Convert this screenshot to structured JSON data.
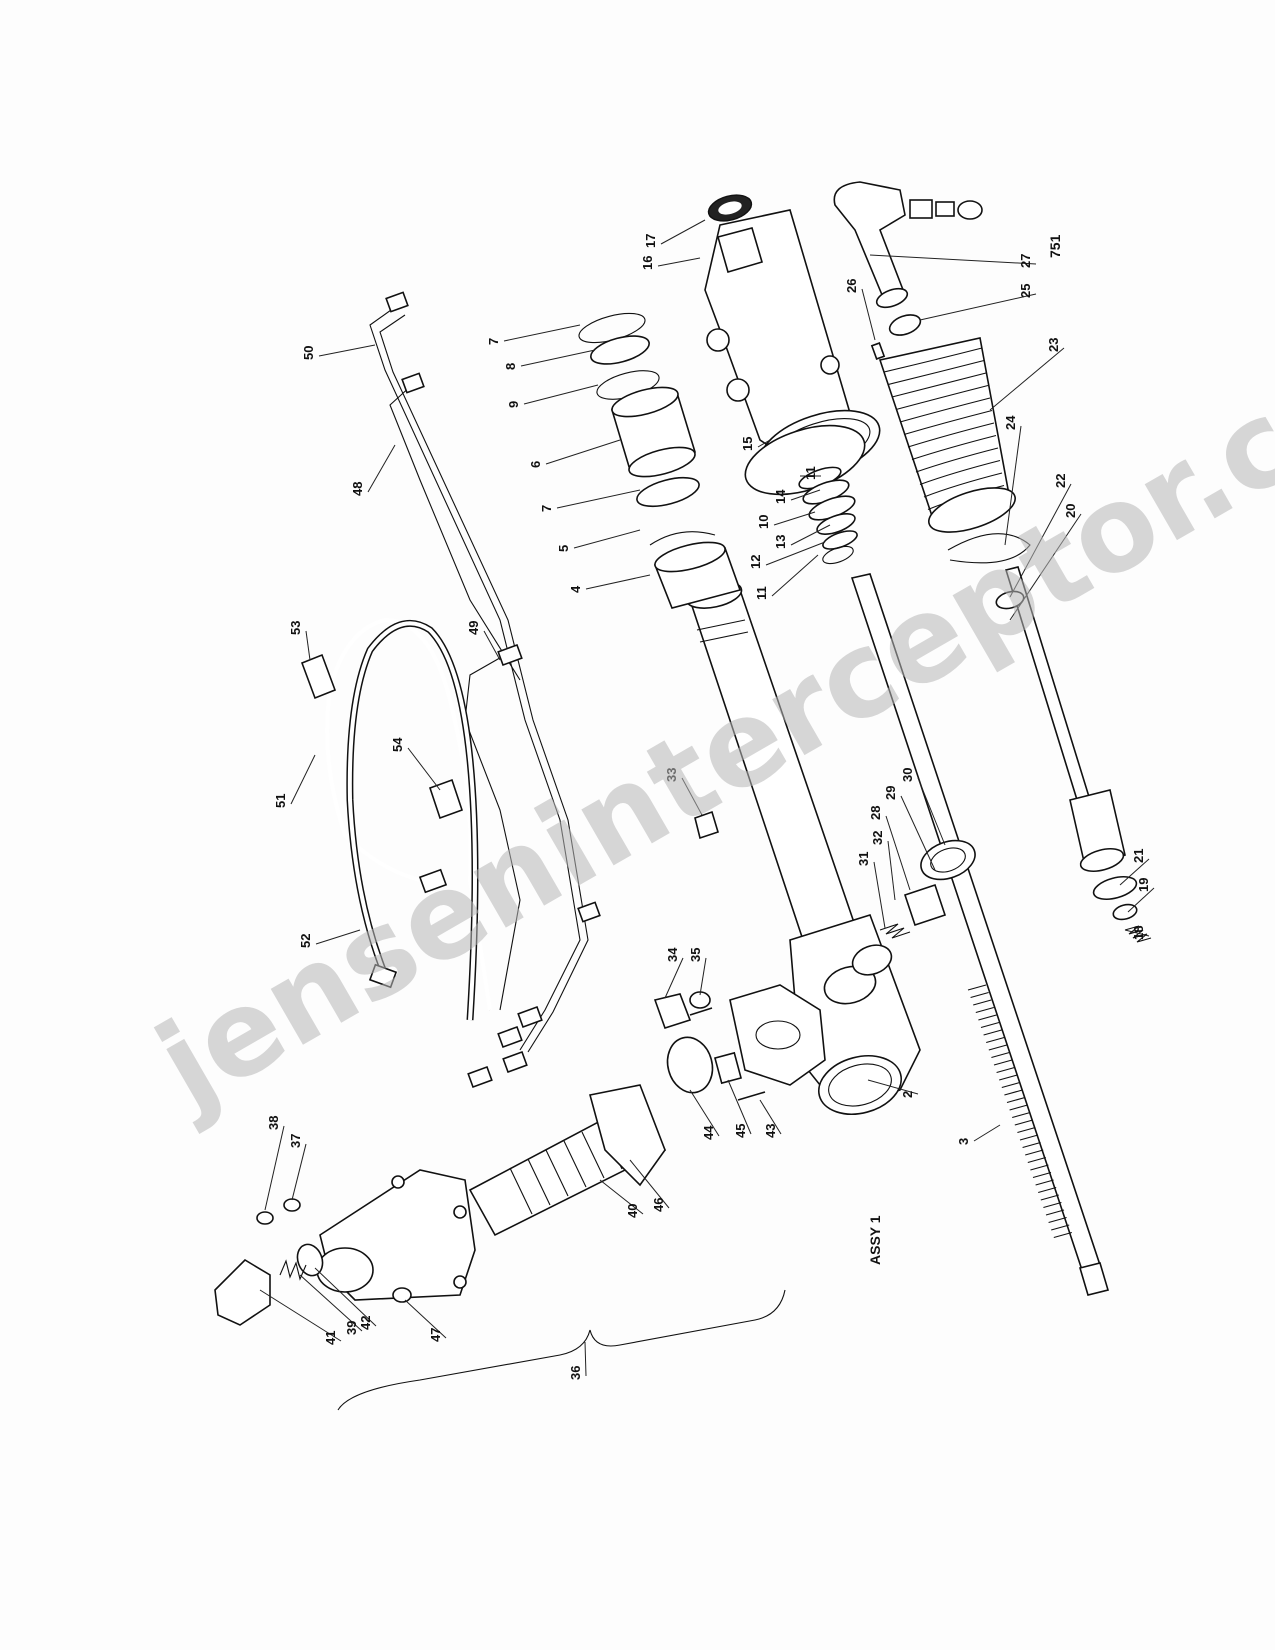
{
  "page": {
    "code": "751",
    "assembly_label": "ASSY 1",
    "watermark": "jenseninterceptor.com"
  },
  "callouts": [
    {
      "label": "2"
    },
    {
      "label": "3"
    },
    {
      "label": "4"
    },
    {
      "label": "5"
    },
    {
      "label": "6"
    },
    {
      "label": "7"
    },
    {
      "label": "7"
    },
    {
      "label": "8"
    },
    {
      "label": "9"
    },
    {
      "label": "10"
    },
    {
      "label": "11"
    },
    {
      "label": "11"
    },
    {
      "label": "12"
    },
    {
      "label": "13"
    },
    {
      "label": "14"
    },
    {
      "label": "15"
    },
    {
      "label": "16"
    },
    {
      "label": "17"
    },
    {
      "label": "18"
    },
    {
      "label": "19"
    },
    {
      "label": "20"
    },
    {
      "label": "21"
    },
    {
      "label": "22"
    },
    {
      "label": "23"
    },
    {
      "label": "24"
    },
    {
      "label": "25"
    },
    {
      "label": "26"
    },
    {
      "label": "27"
    },
    {
      "label": "28"
    },
    {
      "label": "29"
    },
    {
      "label": "30"
    },
    {
      "label": "31"
    },
    {
      "label": "32"
    },
    {
      "label": "33"
    },
    {
      "label": "34"
    },
    {
      "label": "35"
    },
    {
      "label": "36"
    },
    {
      "label": "37"
    },
    {
      "label": "38"
    },
    {
      "label": "39"
    },
    {
      "label": "40"
    },
    {
      "label": "41"
    },
    {
      "label": "42"
    },
    {
      "label": "43"
    },
    {
      "label": "44"
    },
    {
      "label": "45"
    },
    {
      "label": "46"
    },
    {
      "label": "47"
    },
    {
      "label": "48"
    },
    {
      "label": "49"
    },
    {
      "label": "50"
    },
    {
      "label": "51"
    },
    {
      "label": "52"
    },
    {
      "label": "53"
    },
    {
      "label": "54"
    }
  ]
}
